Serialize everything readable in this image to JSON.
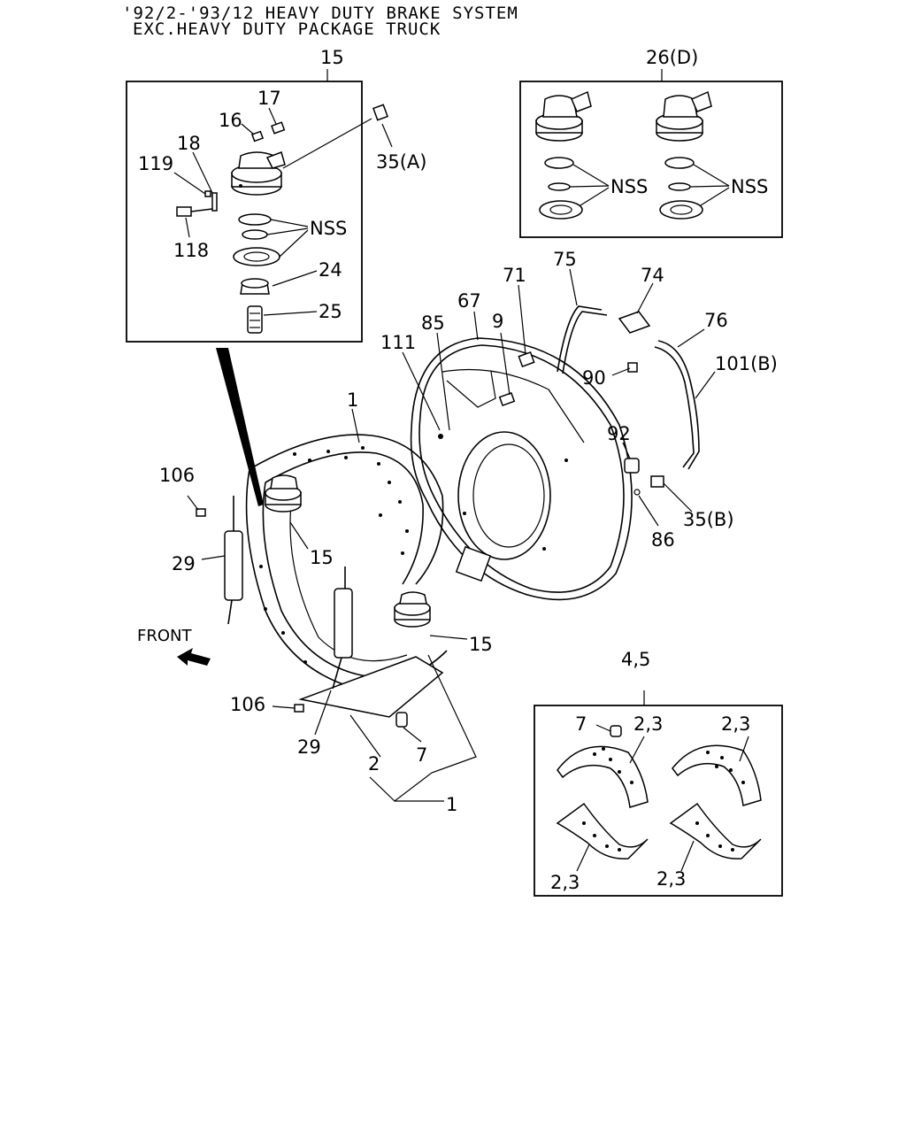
{
  "header": {
    "line1": "'92/2-'93/12 HEAVY DUTY BRAKE SYSTEM",
    "line2": "EXC.HEAVY DUTY PACKAGE TRUCK"
  },
  "inset_wheel_cylinder": {
    "box_label": "15",
    "labels": [
      "17",
      "16",
      "18",
      "119",
      "118",
      "NSS",
      "24",
      "25",
      "35(A)"
    ]
  },
  "inset_kit_d": {
    "box_label": "26(D)",
    "labels": [
      "NSS",
      "NSS"
    ]
  },
  "main_callouts": {
    "c1": "1",
    "c67": "67",
    "c85": "85",
    "c111": "111",
    "c9": "9",
    "c71": "71",
    "c75": "75",
    "c74": "74",
    "c76": "76",
    "c101b": "101(B)",
    "c90": "90",
    "c92": "92",
    "c35b": "35(B)",
    "c86": "86",
    "c106a": "106",
    "c29a": "29",
    "c15a": "15",
    "c15b": "15",
    "c106b": "106",
    "c29b": "29",
    "c2": "2",
    "c7": "7",
    "c1b": "1",
    "front": "FRONT"
  },
  "inset_shoes": {
    "box_label": "4,5",
    "labels": [
      "7",
      "2,3",
      "2,3",
      "2,3",
      "2,3"
    ]
  }
}
